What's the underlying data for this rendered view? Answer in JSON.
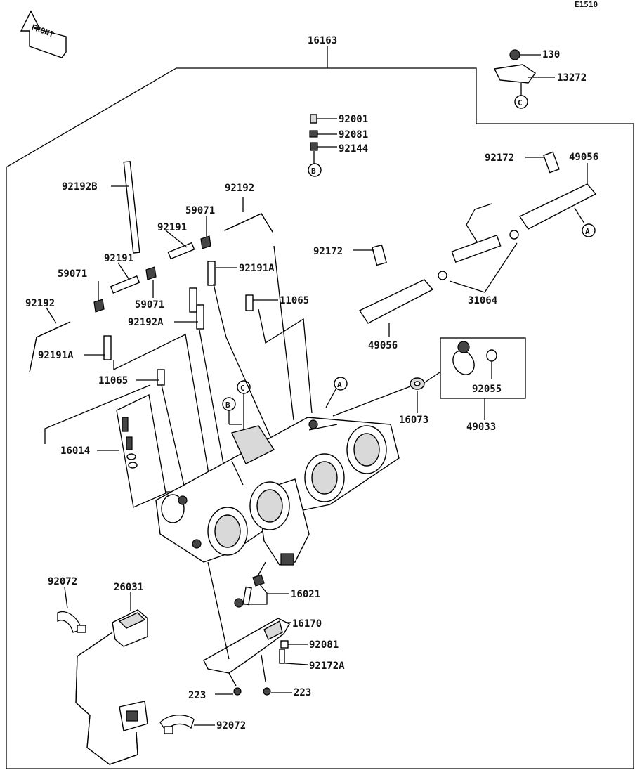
{
  "diagram_code": "E1510",
  "front_label": "FRONT",
  "callouts": {
    "a1": "A",
    "a2": "A",
    "b1": "B",
    "b2": "B",
    "c1": "C",
    "c2": "C"
  },
  "labels": {
    "p16163": "16163",
    "p130": "130",
    "p13272": "13272",
    "p92001": "92001",
    "p92081_top": "92081",
    "p92144": "92144",
    "p92172_right": "92172",
    "p49056_right": "49056",
    "p92192B": "92192B",
    "p92192_top": "92192",
    "p59071_top": "59071",
    "p92191_upper": "92191",
    "p92191_lower": "92191",
    "p59071_left": "59071",
    "p59071_mid": "59071",
    "p92191A_right": "92191A",
    "p92172_mid": "92172",
    "p11065_right": "11065",
    "p92192_left": "92192",
    "p92192A": "92192A",
    "p92191A_left": "92191A",
    "p31064": "31064",
    "p49056_mid": "49056",
    "p11065_left": "11065",
    "p92055": "92055",
    "p16073": "16073",
    "p49033": "49033",
    "p16014": "16014",
    "p92072_top": "92072",
    "p26031": "26031",
    "p16021": "16021",
    "p16170": "16170",
    "p92081_bottom": "92081",
    "p92172A": "92172A",
    "p223_left": "223",
    "p223_right": "223",
    "p92072_bottom": "92072"
  }
}
